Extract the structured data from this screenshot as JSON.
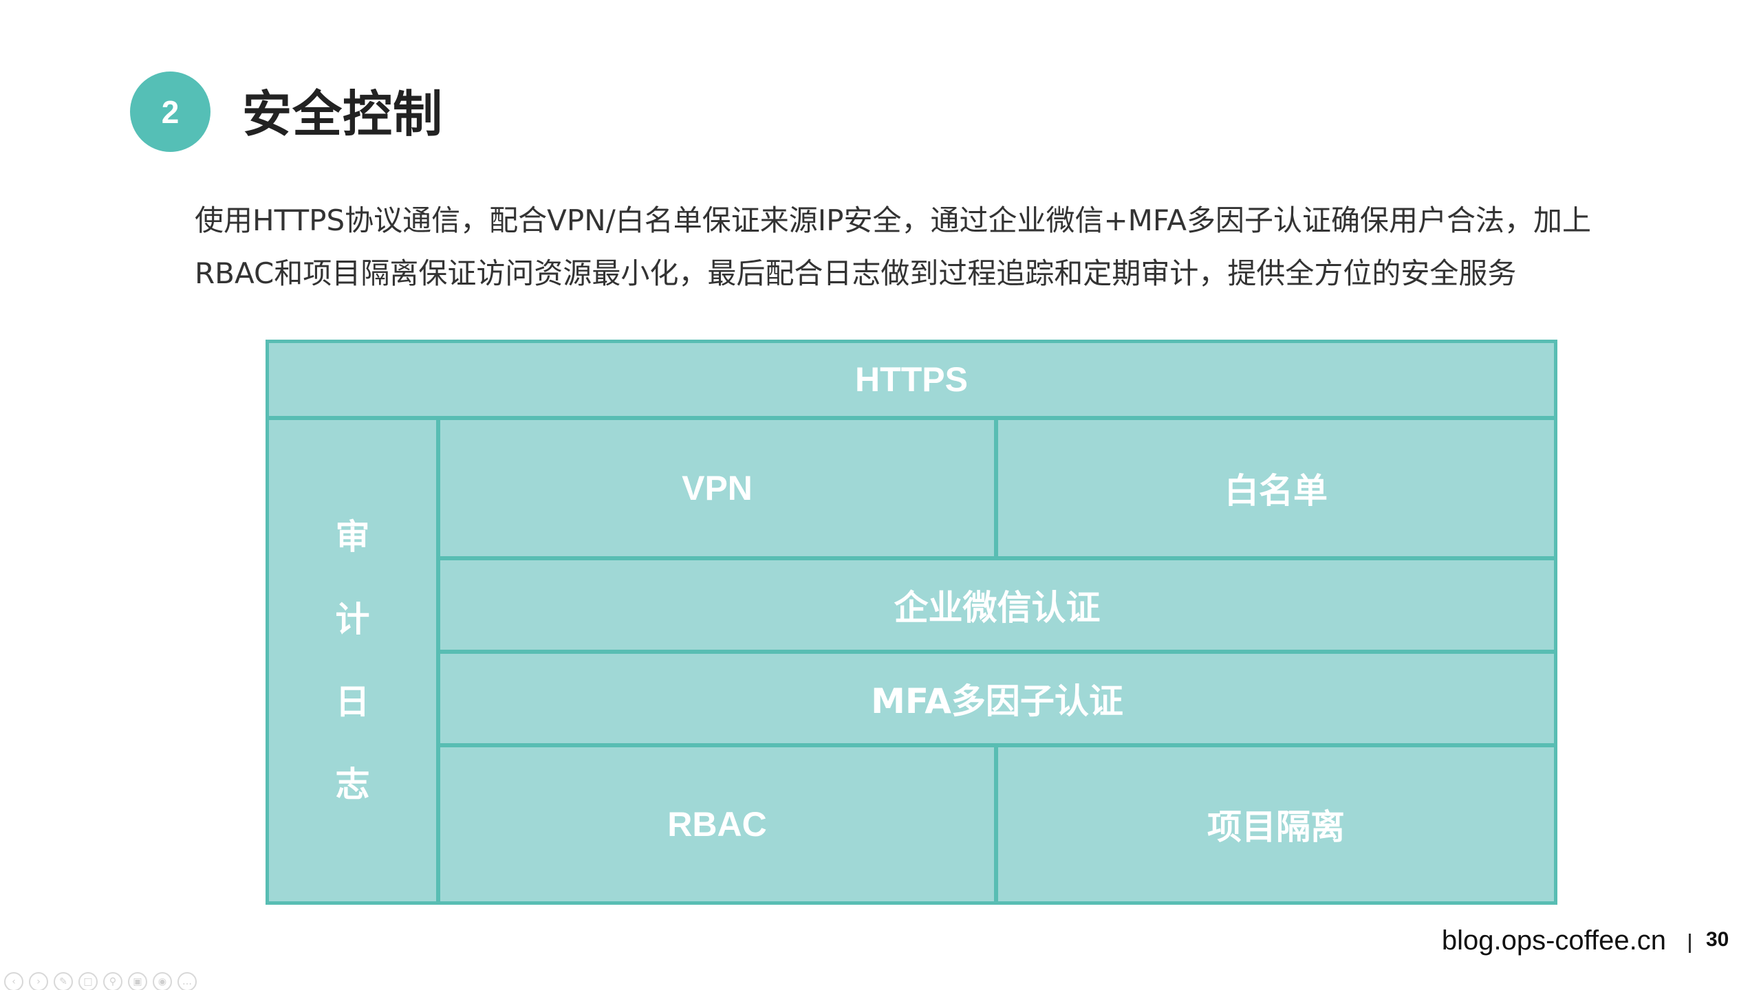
{
  "section": {
    "number": "2",
    "title": "安全控制"
  },
  "description": {
    "line1": "使用HTTPS协议通信，配合VPN/白名单保证来源IP安全，通过企业微信+MFA多因子认证确保用户合法，加上",
    "line2": "RBAC和项目隔离保证访问资源最小化，最后配合日志做到过程追踪和定期审计，提供全方位的安全服务"
  },
  "diagram": {
    "top": "HTTPS",
    "side": [
      "审",
      "计",
      "日",
      "志"
    ],
    "vpn": "VPN",
    "whitelist": "白名单",
    "wechat_auth": "企业微信认证",
    "mfa": "MFA多因子认证",
    "rbac": "RBAC",
    "isolation": "项目隔离"
  },
  "footer": {
    "site": "blog.ops-coffee.cn",
    "page": "30"
  },
  "colors": {
    "accent": "#55bfb6",
    "cell_fill": "#a0d8d6",
    "border": "#58bdb3"
  },
  "toolbar": {
    "icons": [
      "prev-icon",
      "next-icon",
      "pen-icon",
      "pages-icon",
      "zoom-icon",
      "screen-icon",
      "camera-icon",
      "more-icon"
    ]
  }
}
